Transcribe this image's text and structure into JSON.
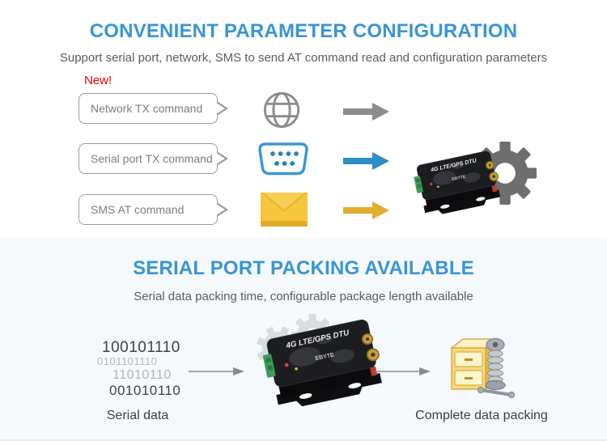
{
  "colors": {
    "accent_blue": "#3895D6",
    "section2_bg": "#F5F9FC",
    "new_red": "#E60000",
    "arrow_gray": "#8C8C8C",
    "arrow_blue": "#2F8DC6",
    "arrow_yellow": "#E2AC2C"
  },
  "section1": {
    "title": "CONVENIENT PARAMETER CONFIGURATION",
    "subtitle": "Support serial port, network, SMS to send AT command read and configuration parameters",
    "new_badge": "New!",
    "rows": [
      {
        "label": "Network TX command",
        "icon": "globe-icon",
        "arrow_color": "#8C8C8C"
      },
      {
        "label": "Serial port TX command",
        "icon": "serial-port-icon",
        "arrow_color": "#2F8DC6"
      },
      {
        "label": "SMS AT command",
        "icon": "envelope-icon",
        "arrow_color": "#E2AC2C"
      }
    ],
    "device": {
      "label": "4G LTE/GPS DTU",
      "brand": "EBYTE"
    }
  },
  "section2": {
    "title": "SERIAL PORT PACKING AVAILABLE",
    "subtitle": "Serial data packing time, configurable package length available",
    "binary_lines": [
      "100101110",
      "0101101110",
      "11010110",
      "001010110"
    ],
    "serial_data_label": "Serial data",
    "packing_label": "Complete data packing",
    "device": {
      "label": "4G LTE/GPS DTU",
      "brand": "EBYTE"
    }
  }
}
